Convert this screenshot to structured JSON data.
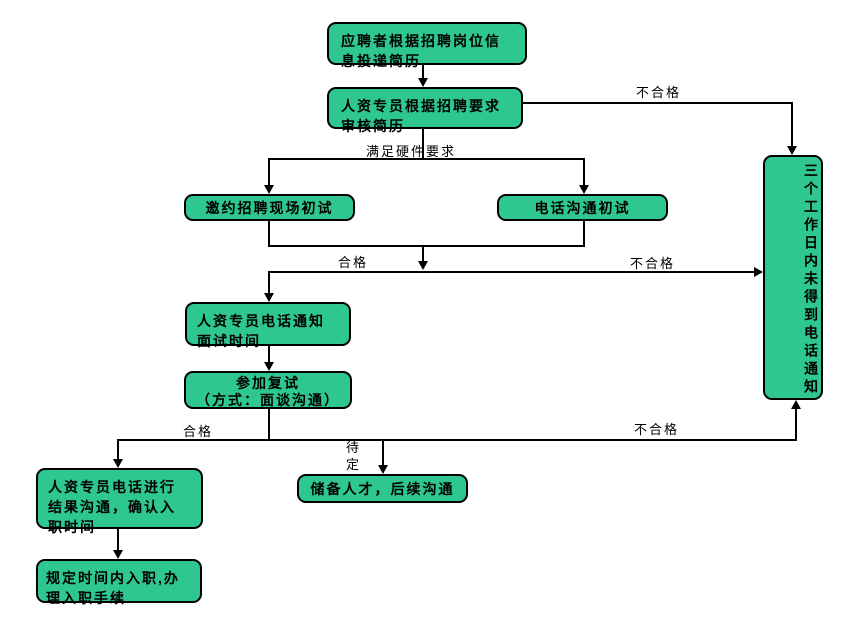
{
  "diagram": {
    "type": "flowchart",
    "colors": {
      "node_fill": "#2ec78f",
      "node_border": "#000000",
      "connector": "#000000",
      "text": "#000000",
      "background": "#ffffff"
    },
    "nodes": {
      "submit_resume": "应聘者根据招聘岗位信息投递简历",
      "review_resume": "人资专员根据招聘要求审核简历",
      "onsite_first_interview": "邀约招聘现场初试",
      "phone_first_interview": "电话沟通初试",
      "notify_interview_time": "人资专员电话通知面试时间",
      "second_interview": "参加复试\n（方式：面谈沟通）",
      "result_communication": "人资专员电话进行结果沟通，确认入职时间",
      "onboarding": "规定时间内入职,办理入职手续",
      "talent_pool": "储备人才，后续沟通",
      "no_phone_notice": "三个工作日内未得到电话通知"
    },
    "labels": {
      "unqualified_top": "不合格",
      "meets_hardware_requirements": "满足硬件要求",
      "qualified_mid": "合格",
      "unqualified_mid": "不合格",
      "qualified_bottom": "合格",
      "pending": "待定",
      "unqualified_bottom": "不合格"
    }
  }
}
